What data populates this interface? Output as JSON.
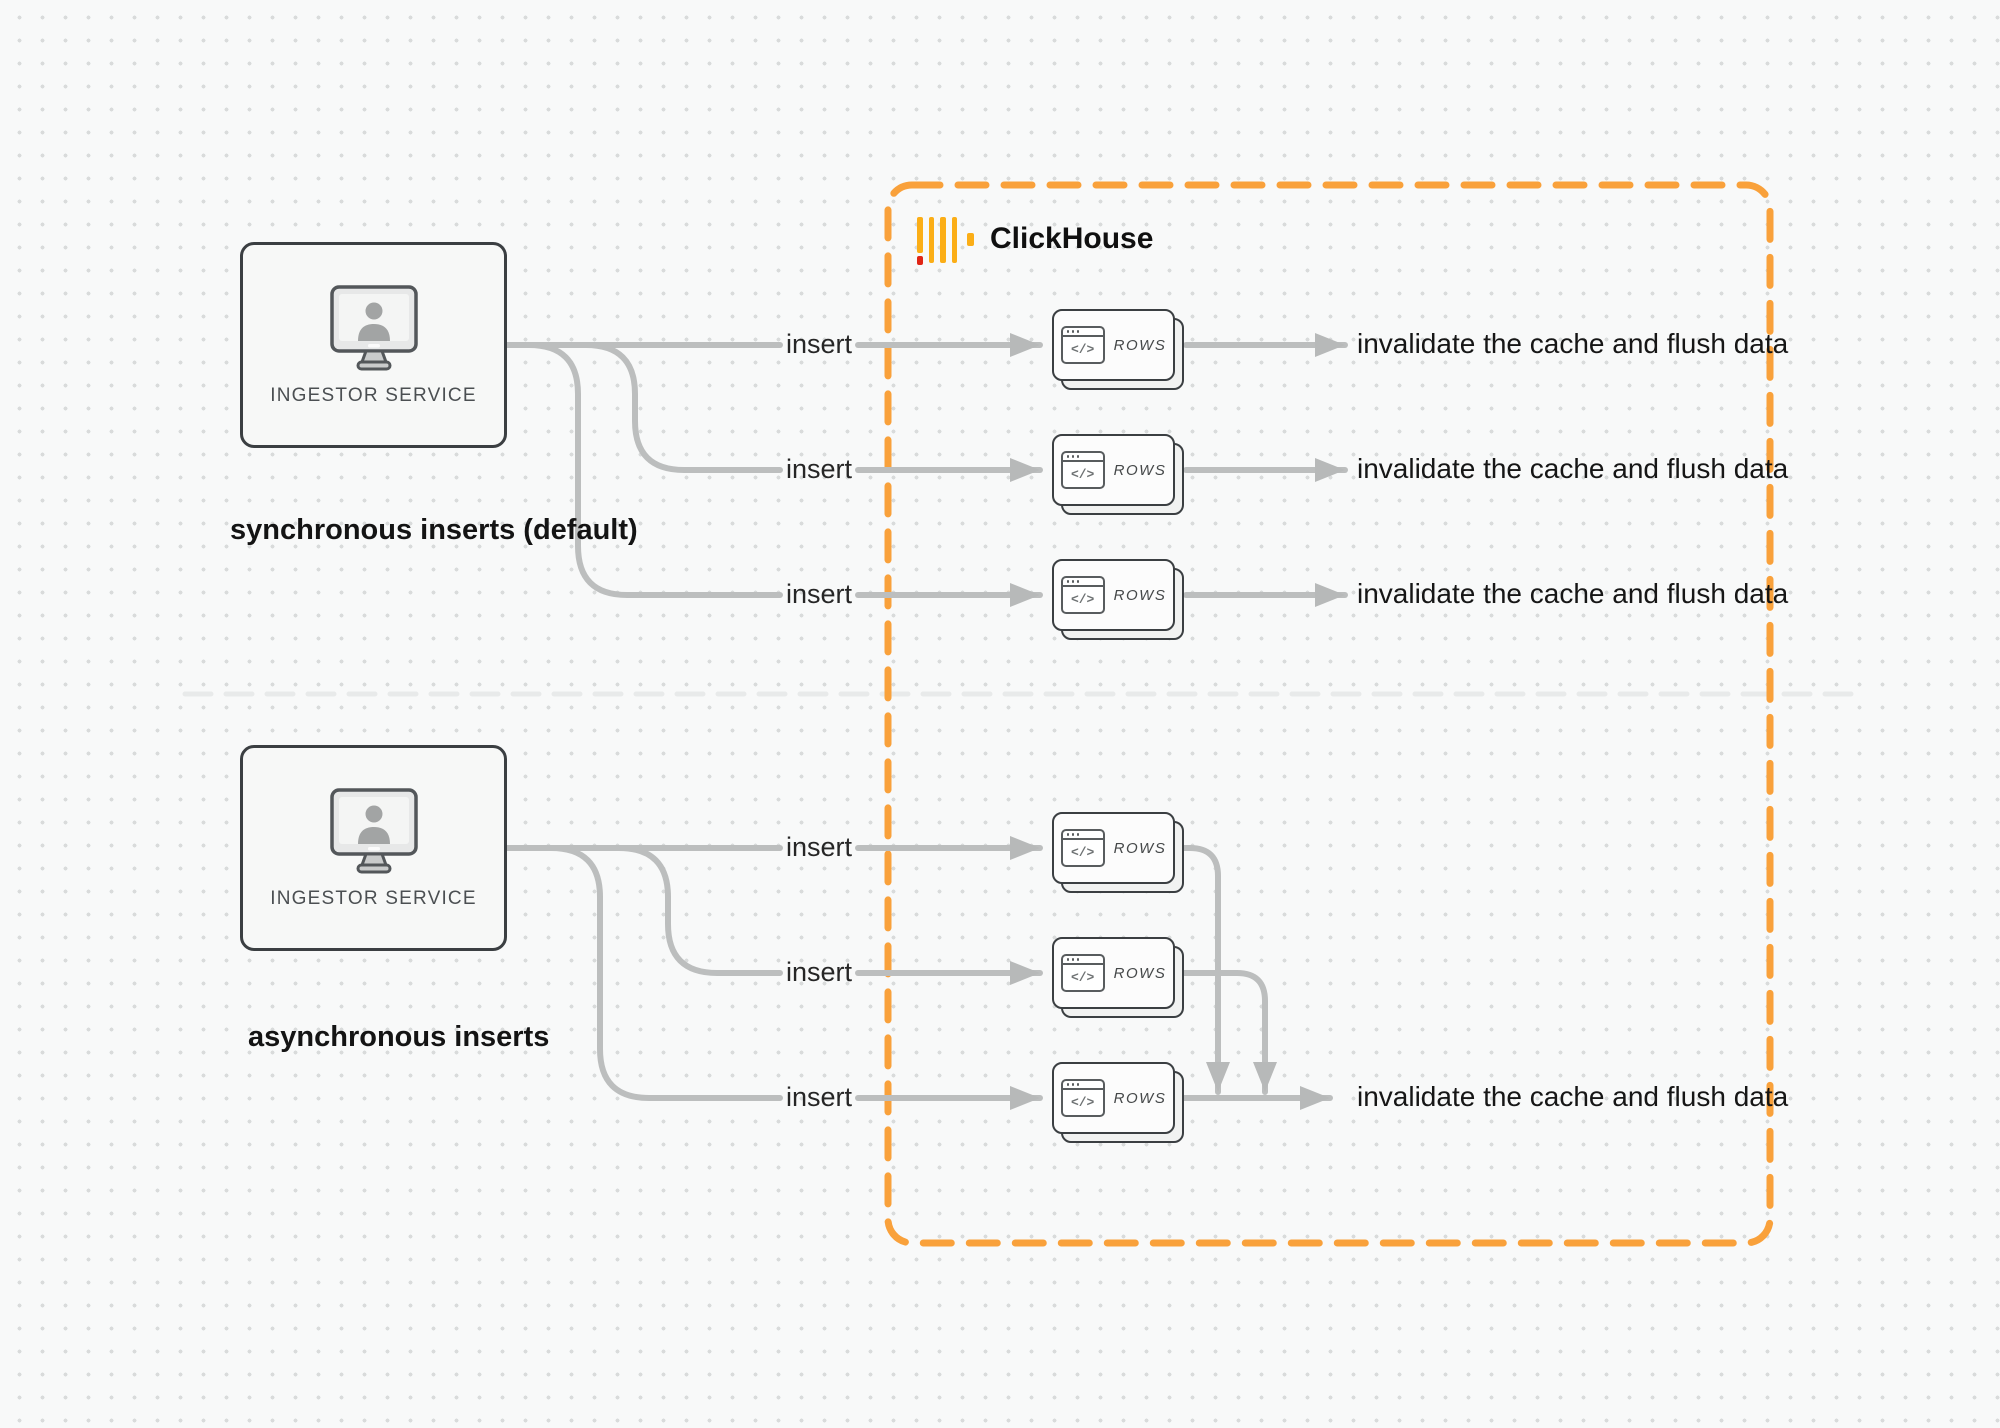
{
  "colors": {
    "accent_orange": "#F9A13B",
    "logo_yellow": "#FBAE17",
    "logo_red": "#E02515",
    "line_gray": "#bcbebe",
    "divider_gray": "#e8eaea"
  },
  "clickhouse": {
    "brand": "ClickHouse",
    "logo_icon": "clickhouse-bars-logo"
  },
  "sections": {
    "sync": {
      "caption": "synchronous inserts (default)",
      "service": {
        "label": "INGESTOR SERVICE",
        "icon": "user-workstation-icon"
      },
      "flows": [
        {
          "action": "insert",
          "node": "ROWS",
          "result": "invalidate the cache and flush data"
        },
        {
          "action": "insert",
          "node": "ROWS",
          "result": "invalidate the cache and flush data"
        },
        {
          "action": "insert",
          "node": "ROWS",
          "result": "invalidate the cache and flush data"
        }
      ]
    },
    "async": {
      "caption": "asynchronous inserts",
      "service": {
        "label": "INGESTOR SERVICE",
        "icon": "user-workstation-icon"
      },
      "flows": [
        {
          "action": "insert",
          "node": "ROWS"
        },
        {
          "action": "insert",
          "node": "ROWS"
        },
        {
          "action": "insert",
          "node": "ROWS"
        }
      ],
      "result": "invalidate the cache and flush data"
    }
  }
}
